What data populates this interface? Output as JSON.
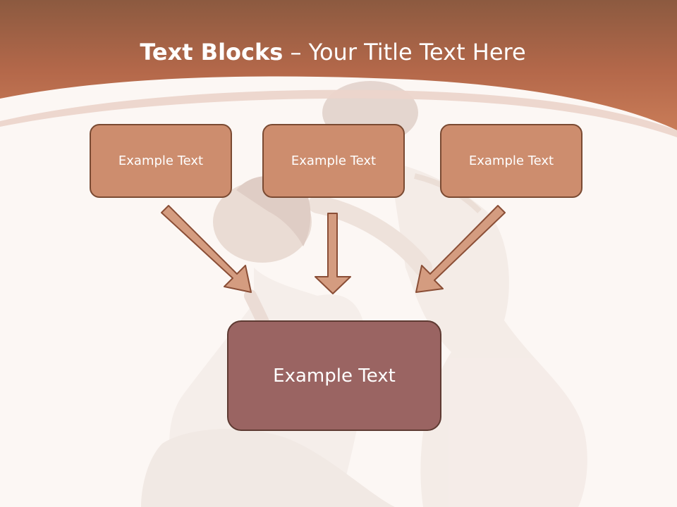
{
  "slide": {
    "title_bold": "Text Blocks",
    "title_rest": " – Your Title Text Here"
  },
  "blocks": {
    "left": "Example Text",
    "middle": "Example Text",
    "right": "Example Text",
    "bottom": "Example Text"
  },
  "colors": {
    "header": "#b9694a",
    "top_box": "#cd8d6e",
    "bottom_box": "#9a6462",
    "arrow_fill": "#d49c80",
    "arrow_stroke": "#8a4e36",
    "background": "#fcf7f4"
  }
}
